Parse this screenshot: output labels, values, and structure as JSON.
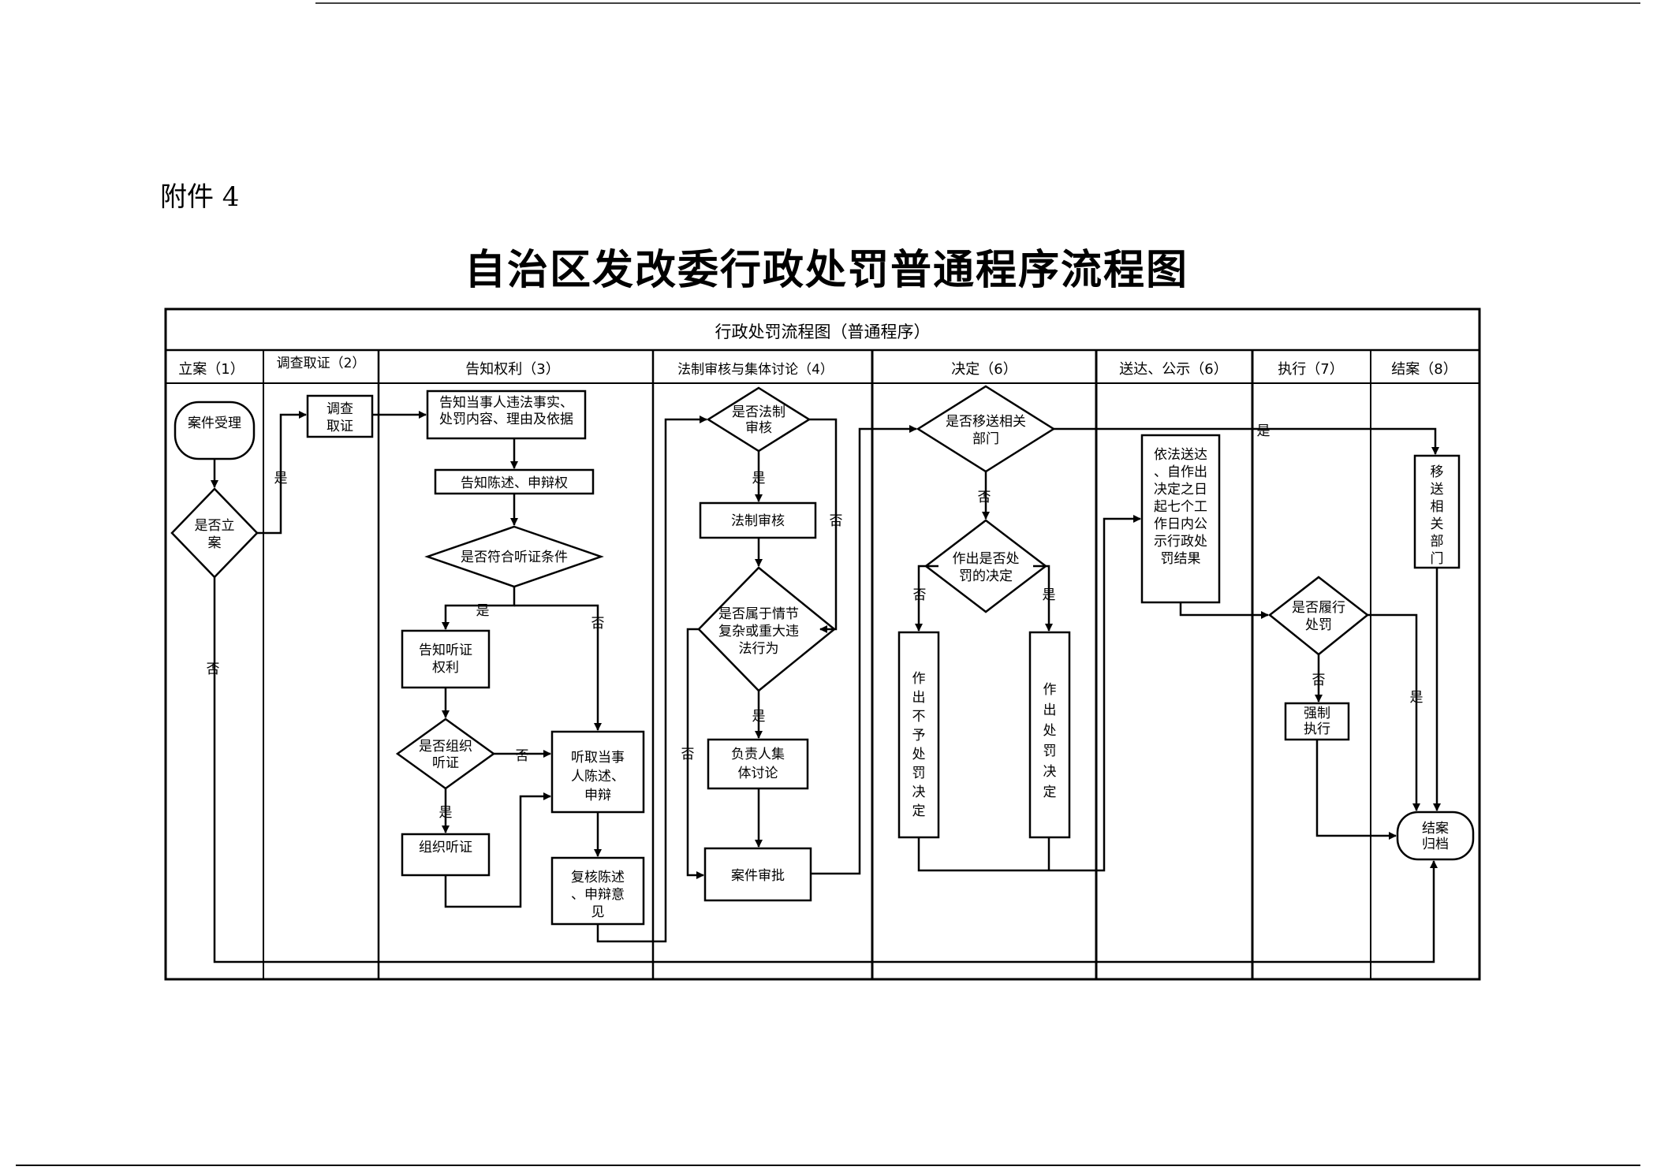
{
  "annex_label": "附件 4",
  "title": "自治区发改委行政处罚普通程序流程图",
  "table_header": "行政处罚流程图（普通程序）",
  "columns": [
    {
      "id": "c1",
      "label": "立案（1）"
    },
    {
      "id": "c2",
      "label": "调查取证（2）"
    },
    {
      "id": "c3",
      "label": "告知权利（3）"
    },
    {
      "id": "c4",
      "label": "法制审核与集体讨论（4）"
    },
    {
      "id": "c5",
      "label": "决定（6）"
    },
    {
      "id": "c6",
      "label": "送达、公示（6）"
    },
    {
      "id": "c7",
      "label": "执行（7）"
    },
    {
      "id": "c8",
      "label": "结案（8）"
    }
  ],
  "nodes": {
    "accept": "案件受理",
    "file_q": "是否立案",
    "investigate": "调查取证",
    "notify_facts": "告知当事人违法事实、处罚内容、理由及依据",
    "notify_defense": "告知陈述、申辩权",
    "hearing_cond_q": "是否符合听证条件",
    "notify_hearing": "告知听证权利",
    "organize_q": "是否组织听证",
    "organize": "组织听证",
    "listen": "听取当事人陈述、申辩",
    "review": "复核陈述、申辩意见",
    "legal_review_q": "是否法制审核",
    "legal_review": "法制审核",
    "complex_q": "是否属于情节复杂或重大违法行为",
    "collective": "负责人集体讨论",
    "approve": "案件审批",
    "transfer_q": "是否移送相关部门",
    "penalty_q": "作出是否处罚的决定",
    "no_penalty": "作出不予处罚决定",
    "penalty": "作出处罚决定",
    "publicize": "依法送达、自作出决定之日起七个工作日内公示行政处罚结果",
    "perform_q": "是否履行处罚",
    "enforce": "强制执行",
    "transfer": "移送相关部门",
    "archive": "结案归档"
  },
  "edge_labels": {
    "yes": "是",
    "no": "否"
  }
}
